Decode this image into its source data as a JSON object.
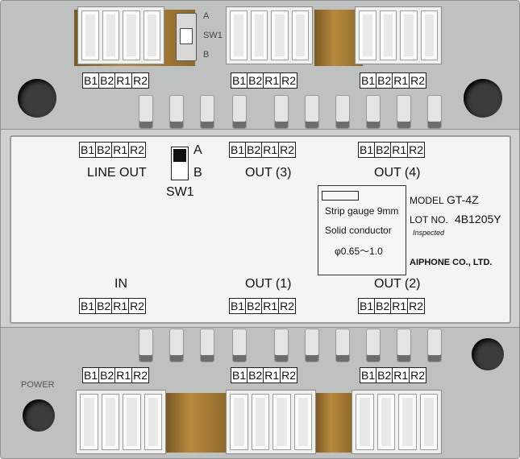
{
  "top_terminals": [
    [
      "B1",
      "B2",
      "R1",
      "R2"
    ],
    [
      "B1",
      "B2",
      "R1",
      "R2"
    ],
    [
      "B1",
      "B2",
      "R1",
      "R2"
    ]
  ],
  "top_switch": {
    "a": "A",
    "sw": "SW1",
    "b": "B"
  },
  "panel": {
    "groups_top": [
      {
        "terminals": [
          "B1",
          "B2",
          "R1",
          "R2"
        ],
        "label": "LINE OUT"
      },
      {
        "terminals": [
          "B1",
          "B2",
          "R1",
          "R2"
        ],
        "label": "OUT (3)"
      },
      {
        "terminals": [
          "B1",
          "B2",
          "R1",
          "R2"
        ],
        "label": "OUT (4)"
      }
    ],
    "groups_bottom": [
      {
        "terminals": [
          "B1",
          "B2",
          "R1",
          "R2"
        ],
        "label": "IN"
      },
      {
        "terminals": [
          "B1",
          "B2",
          "R1",
          "R2"
        ],
        "label": "OUT (1)"
      },
      {
        "terminals": [
          "B1",
          "B2",
          "R1",
          "R2"
        ],
        "label": "OUT (2)"
      }
    ],
    "switch": {
      "a": "A",
      "b": "B",
      "label": "SW1"
    },
    "info": {
      "strip_gauge": "Strip gauge 9mm",
      "solid": "Solid conductor",
      "diameter": "φ0.65〜1.0",
      "model_label": "MODEL",
      "model_value": "GT-4Z",
      "lot_label": "LOT NO.",
      "lot_value": "4B1205Y",
      "inspected": "Inspected",
      "maker": "AIPHONE CO., LTD."
    }
  },
  "power_label": "POWER",
  "bottom_terminals": [
    [
      "B1",
      "B2",
      "R1",
      "R2"
    ],
    [
      "B1",
      "B2",
      "R1",
      "R2"
    ],
    [
      "B1",
      "B2",
      "R1",
      "R2"
    ]
  ]
}
